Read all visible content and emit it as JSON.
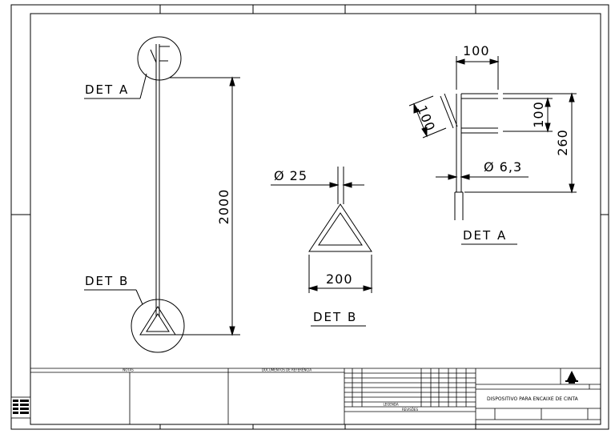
{
  "drawing": {
    "dims": {
      "rod_length": "2000",
      "diameter_b": "Ø 25",
      "base_width": "200",
      "top_width": "100",
      "branch_length": "100",
      "vertical_offset": "100",
      "total_height": "260",
      "diameter_a": "Ø 6,3"
    },
    "labels": {
      "det_a": "DET A",
      "det_b": "DET B",
      "det_a_title": "DET A",
      "det_b_title": "DET B"
    }
  },
  "title_block": {
    "notes_header": "NOTAS",
    "reference_docs_header": "DOCUMENTOS DE REFERÊNCIA",
    "revisions_header": "REVISÕES",
    "legend_header": "LEGENDA",
    "drawing_title": "DISPOSITIVO PARA ENCAIXE DE CINTA"
  }
}
